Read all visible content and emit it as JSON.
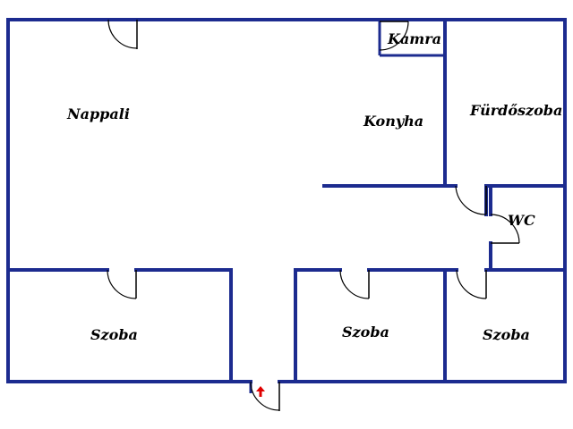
{
  "floorplan": {
    "colors": {
      "wall": "#1c2b8f",
      "arrow": "#e00000",
      "background": "#ffffff",
      "text": "#000000"
    },
    "rooms": [
      {
        "id": "nappali",
        "label": "Nappali"
      },
      {
        "id": "kamra",
        "label": "Kamra"
      },
      {
        "id": "konyha",
        "label": "Konyha"
      },
      {
        "id": "furdoszoba",
        "label": "Fürdőszoba"
      },
      {
        "id": "wc",
        "label": "WC"
      },
      {
        "id": "szoba1",
        "label": "Szoba"
      },
      {
        "id": "szoba2",
        "label": "Szoba"
      },
      {
        "id": "szoba3",
        "label": "Szoba"
      }
    ],
    "entrance_icon": "up-arrow-icon"
  }
}
